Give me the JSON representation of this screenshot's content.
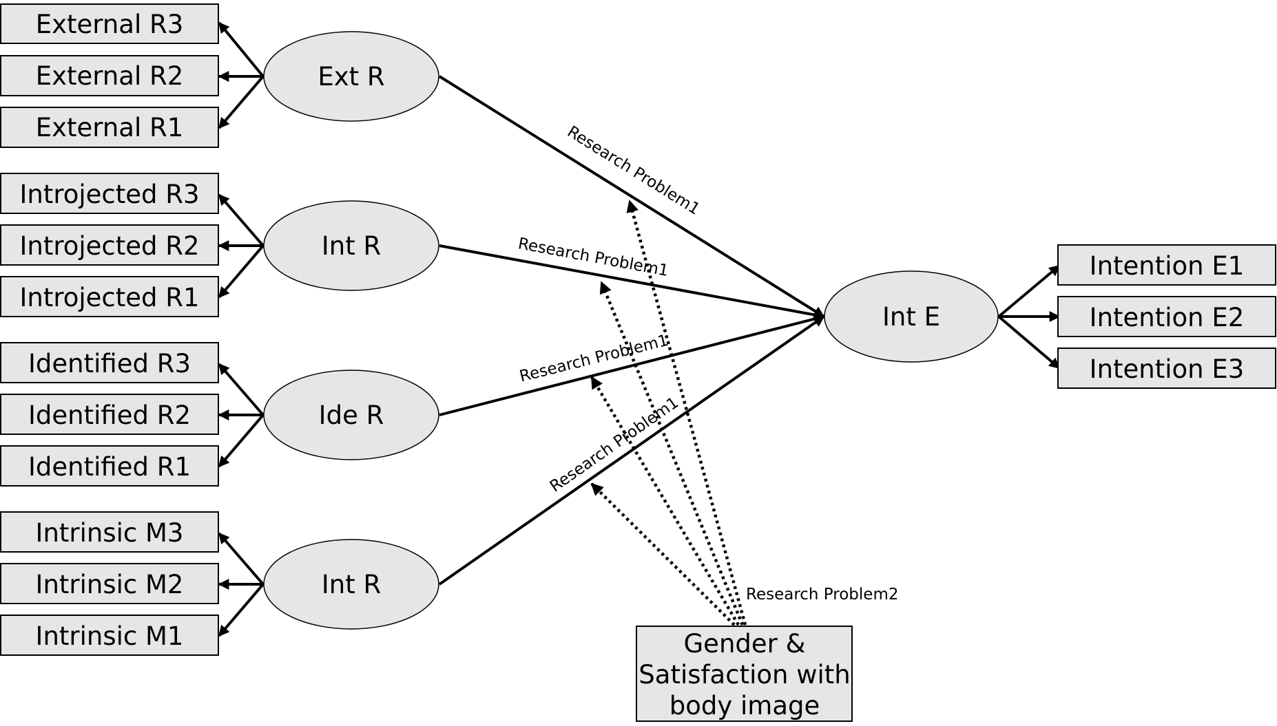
{
  "indicators": {
    "ext": [
      "External R3",
      "External R2",
      "External R1"
    ],
    "intro": [
      "Introjected R3",
      "Introjected R2",
      "Introjected R1"
    ],
    "ide": [
      "Identified R3",
      "Identified R2",
      "Identified R1"
    ],
    "intr": [
      "Intrinsic M3",
      "Intrinsic M2",
      "Intrinsic M1"
    ],
    "inte": [
      "Intention E1",
      "Intention E2",
      "Intention E3"
    ]
  },
  "latents": {
    "ext": "Ext R",
    "intro": "Int R",
    "ide": "Ide R",
    "intr": "Int R",
    "inte": "Int E"
  },
  "paths": {
    "p1": "Research Problem1",
    "p2": "Research Problem1",
    "p3": "Research Problem1",
    "p4": "Research Problem1",
    "moderator": "Research Problem2"
  },
  "moderator": {
    "lines": [
      "Gender &",
      "Satisfaction with",
      "body image"
    ]
  }
}
